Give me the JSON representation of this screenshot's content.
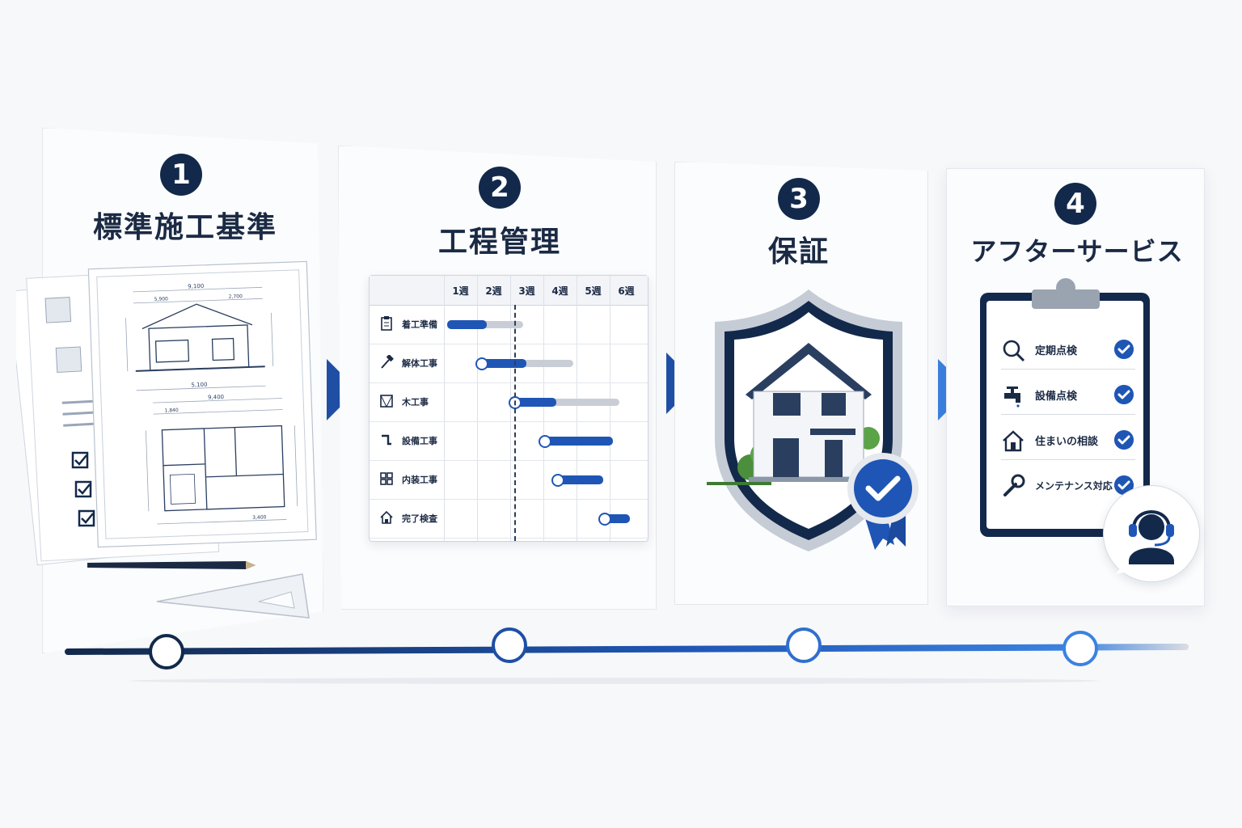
{
  "steps": [
    {
      "number": "1",
      "title": "標準施工基準"
    },
    {
      "number": "2",
      "title": "工程管理"
    },
    {
      "number": "3",
      "title": "保証"
    },
    {
      "number": "4",
      "title": "アフターサービス"
    }
  ],
  "schedule": {
    "weeks": [
      "1週",
      "2週",
      "3週",
      "4週",
      "5週",
      "6週"
    ],
    "tasks": [
      {
        "name": "着工準備",
        "icon": "clipboard-icon",
        "start": 0.1,
        "progress_end": 1.3,
        "plan_end": 2.4
      },
      {
        "name": "解体工事",
        "icon": "hammer-icon",
        "start": 1.1,
        "progress_end": 2.5,
        "plan_end": 3.9
      },
      {
        "name": "木工事",
        "icon": "frame-icon",
        "start": 2.1,
        "progress_end": 3.4,
        "plan_end": 5.3
      },
      {
        "name": "設備工事",
        "icon": "pipe-icon",
        "start": 3.0,
        "progress_end": 5.1,
        "plan_end": 5.1
      },
      {
        "name": "内装工事",
        "icon": "grid-icon",
        "start": 3.4,
        "progress_end": 4.8,
        "plan_end": 4.8
      },
      {
        "name": "完了検査",
        "icon": "house-icon",
        "start": 4.8,
        "progress_end": 5.6,
        "plan_end": 5.6
      }
    ]
  },
  "after_service": {
    "items": [
      {
        "label": "定期点検",
        "icon": "magnifier-icon"
      },
      {
        "label": "設備点検",
        "icon": "faucet-icon"
      },
      {
        "label": "住まいの相談",
        "icon": "house-icon"
      },
      {
        "label": "メンテナンス対応",
        "icon": "wrench-icon"
      }
    ]
  },
  "blueprint": {
    "dims": [
      "9,100",
      "5,100",
      "9,400",
      "5,900",
      "2,700",
      "1,840",
      "3,400"
    ]
  },
  "colors": {
    "navy": "#13294b",
    "blue": "#1f56b5",
    "light_blue": "#3b82e0",
    "panel_border": "#e4e7ec"
  }
}
